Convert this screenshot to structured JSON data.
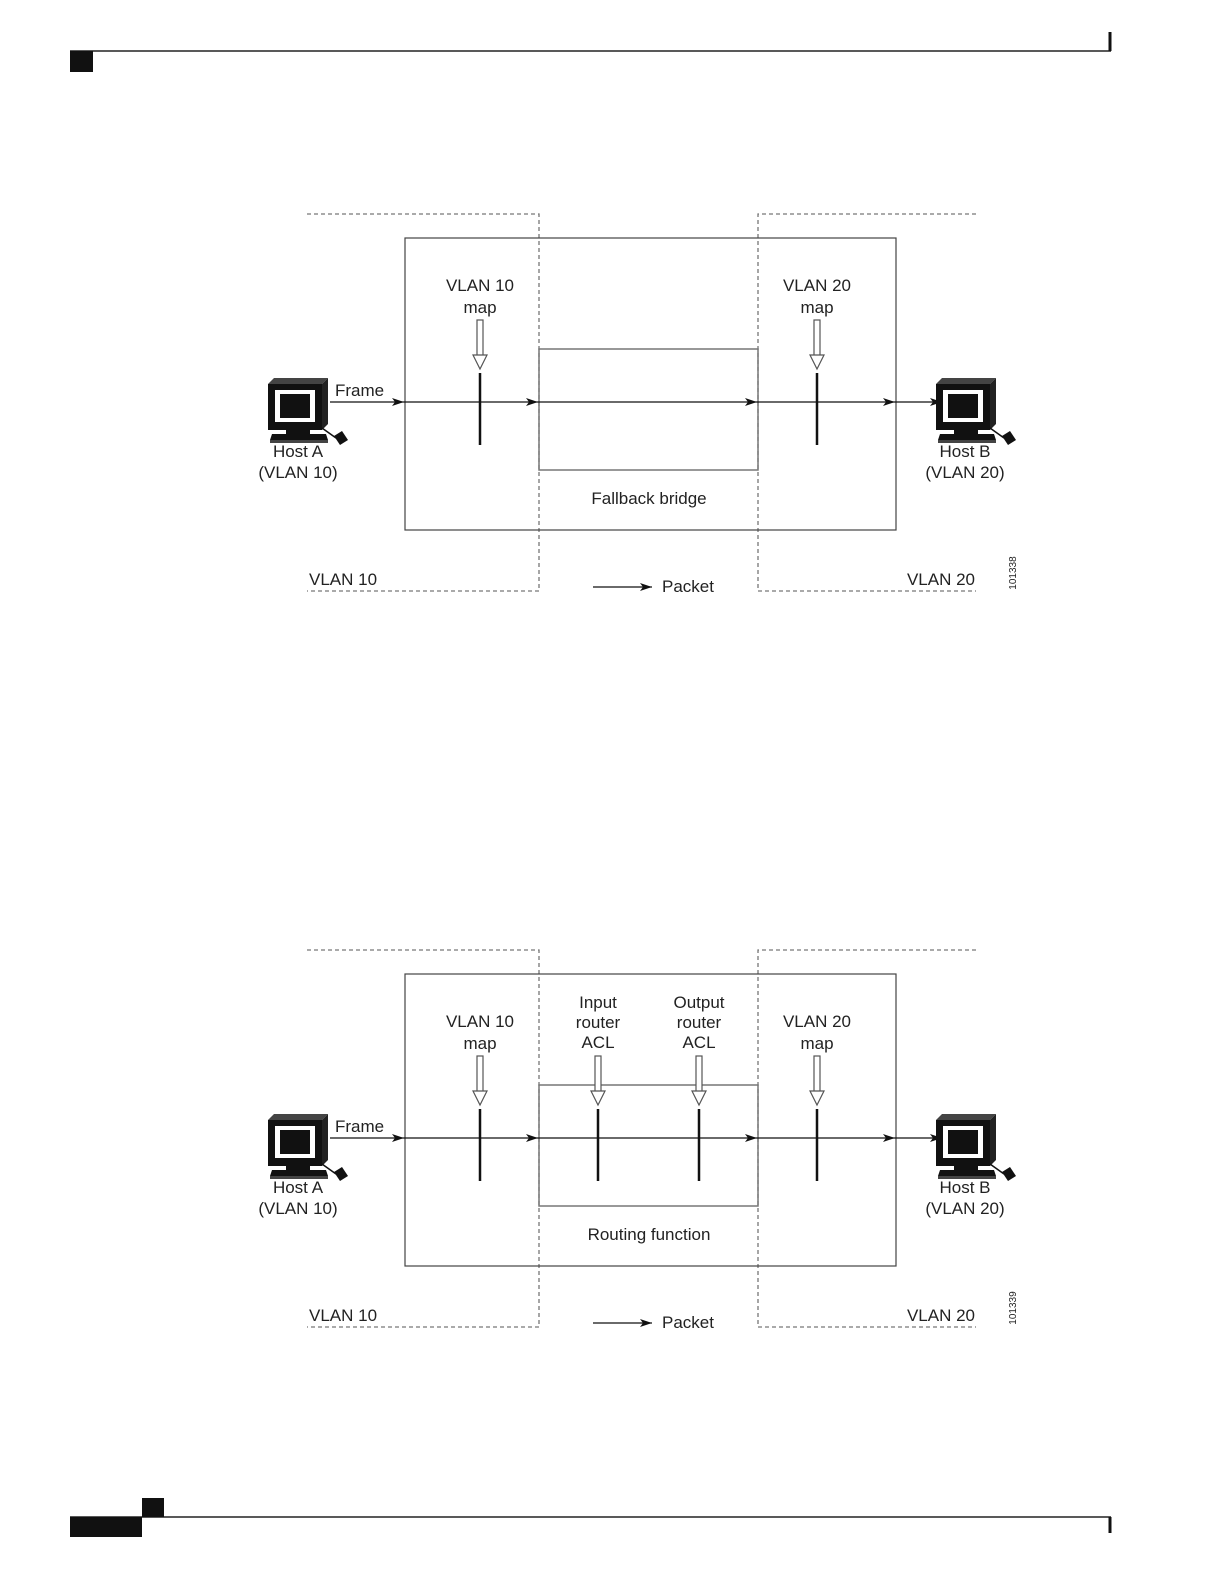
{
  "diagram1": {
    "vlan10_map_line1": "VLAN 10",
    "vlan10_map_line2": "map",
    "vlan20_map_line1": "VLAN 20",
    "vlan20_map_line2": "map",
    "frame": "Frame",
    "host_a_line1": "Host A",
    "host_a_line2": "(VLAN 10)",
    "host_b_line1": "Host B",
    "host_b_line2": "(VLAN 20)",
    "inner_label": "Fallback bridge",
    "vlan10_label": "VLAN 10",
    "vlan20_label": "VLAN 20",
    "legend": "Packet",
    "figure_id": "101338"
  },
  "diagram2": {
    "vlan10_map_line1": "VLAN 10",
    "vlan10_map_line2": "map",
    "vlan20_map_line1": "VLAN 20",
    "vlan20_map_line2": "map",
    "input_acl_line1": "Input",
    "input_acl_line2": "router",
    "input_acl_line3": "ACL",
    "output_acl_line1": "Output",
    "output_acl_line2": "router",
    "output_acl_line3": "ACL",
    "frame": "Frame",
    "host_a_line1": "Host A",
    "host_a_line2": "(VLAN 10)",
    "host_b_line1": "Host B",
    "host_b_line2": "(VLAN 20)",
    "inner_label": "Routing function",
    "vlan10_label": "VLAN 10",
    "vlan20_label": "VLAN 20",
    "legend": "Packet",
    "figure_id": "101339"
  }
}
